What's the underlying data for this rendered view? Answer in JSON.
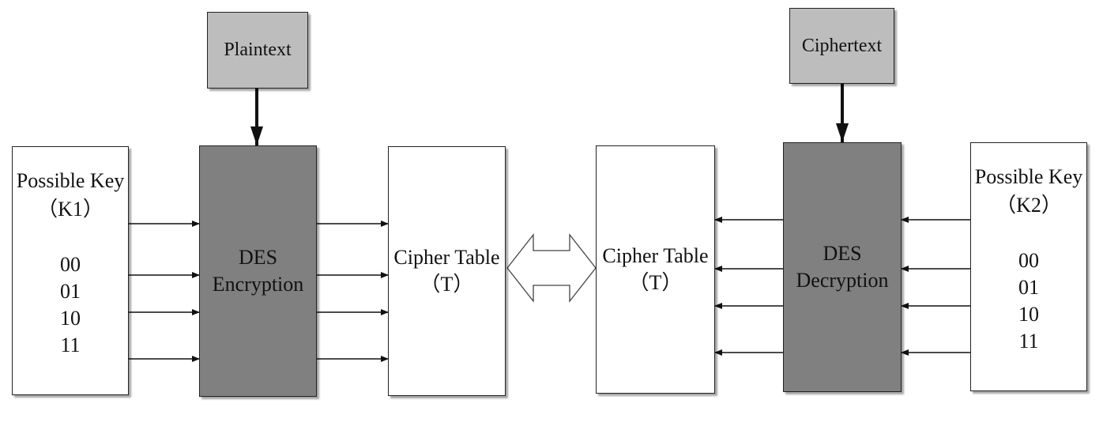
{
  "left": {
    "input_label": "Plaintext",
    "process": {
      "line1": "DES",
      "line2": "Encryption"
    },
    "keys": {
      "title": "Possible Key",
      "id": "（K1）",
      "values": [
        "00",
        "01",
        "10",
        "11"
      ]
    },
    "table": {
      "title": "Cipher Table",
      "id": "（T）"
    }
  },
  "right": {
    "input_label": "Ciphertext",
    "process": {
      "line1": "DES",
      "line2": "Decryption"
    },
    "keys": {
      "title": "Possible Key",
      "id": "（K2）",
      "values": [
        "00",
        "01",
        "10",
        "11"
      ]
    },
    "table": {
      "title": "Cipher Table",
      "id": "（T）"
    }
  },
  "colors": {
    "input_fill": "#bdbdbd",
    "process_fill": "#808080",
    "box_fill": "#ffffff",
    "stroke": "#222222"
  }
}
